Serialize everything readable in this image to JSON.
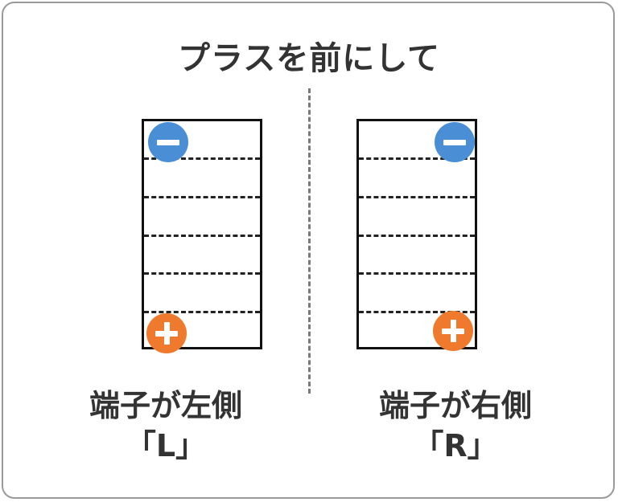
{
  "title": "プラスを前にして",
  "colors": {
    "negative_terminal": "#4a8fd6",
    "positive_terminal": "#ef7a2e",
    "text": "#333333",
    "border": "#9a9a9a"
  },
  "diagrams": [
    {
      "side": "left",
      "negative_terminal": {
        "icon": "minus-icon",
        "position": "top-left"
      },
      "positive_terminal": {
        "icon": "plus-icon",
        "position": "bottom-left"
      },
      "cells": 6,
      "caption_line1": "端子が左側",
      "caption_line2": "「L」"
    },
    {
      "side": "right",
      "negative_terminal": {
        "icon": "minus-icon",
        "position": "top-right"
      },
      "positive_terminal": {
        "icon": "plus-icon",
        "position": "bottom-right"
      },
      "cells": 6,
      "caption_line1": "端子が右側",
      "caption_line2": "「R」"
    }
  ]
}
